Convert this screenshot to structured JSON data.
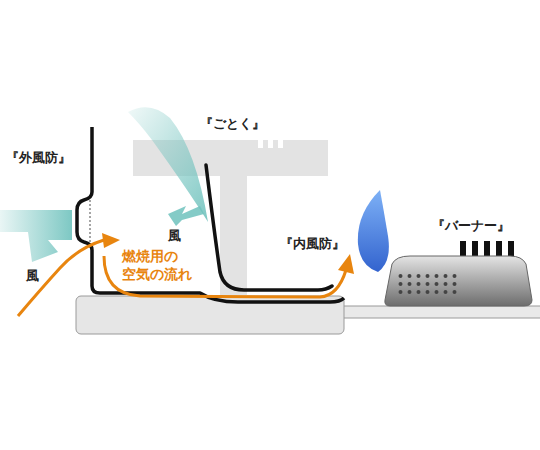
{
  "diagram": {
    "labels": [
      "『外風防』",
      "『ごとく』",
      "風",
      "『内風防』",
      "燃焼用の 空気の流れ",
      "風",
      "『バーナー』"
    ]
  }
}
